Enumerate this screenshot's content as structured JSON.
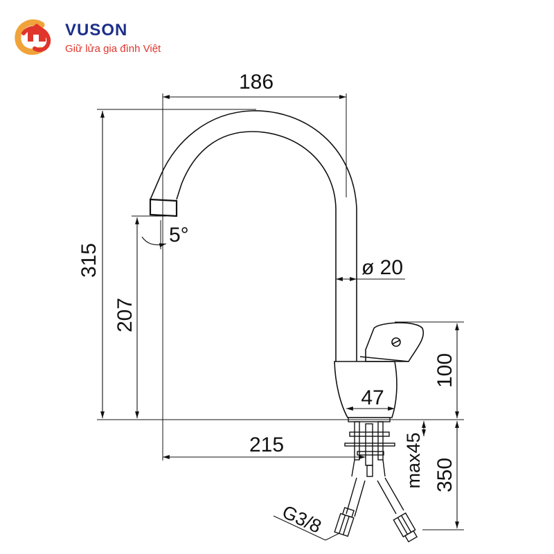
{
  "logo": {
    "brand": "VUSON",
    "tagline": "Giữ lửa gia đình Việt",
    "colors": {
      "brand": "#1c2f8a",
      "accent": "#e0352b",
      "secondary": "#f0a33a"
    }
  },
  "dimensions": {
    "spout_reach": "186",
    "total_height": "315",
    "outlet_height": "207",
    "spout_angle": "5°",
    "spout_diameter": "ø 20",
    "lever_height": "100",
    "base_diameter": "47",
    "handle_reach": "215",
    "max_thickness": "max45",
    "hose_length": "350",
    "thread": "G3/8"
  }
}
